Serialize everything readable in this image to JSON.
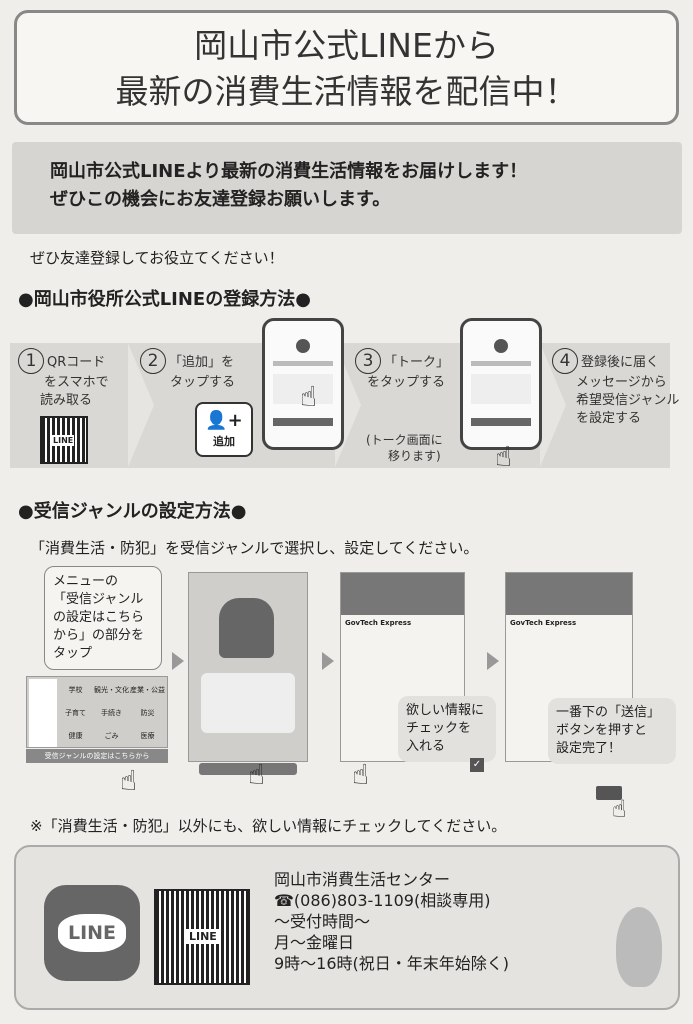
{
  "title": {
    "line1": "岡山市公式LINEから",
    "line2": "最新の消費生活情報を配信中！"
  },
  "intro": {
    "line1": "岡山市公式LINEより最新の消費生活情報をお届けします！",
    "line2": "ぜひこの機会にお友達登録お願いします。"
  },
  "lead": "ぜひ友達登録してお役立てください！",
  "section1": {
    "heading": "●岡山市役所公式LINEの登録方法●",
    "steps": [
      {
        "num": "1",
        "text1": "QRコード",
        "text2": "をスマホで",
        "text3": "読み取る"
      },
      {
        "num": "2",
        "text1": "「追加」を",
        "text2": "タップする",
        "badge": "追加"
      },
      {
        "num": "3",
        "text1": "「トーク」",
        "text2": "をタップする",
        "note1": "(トーク画面に",
        "note2": "移ります)"
      },
      {
        "num": "4",
        "text1": "登録後に届く",
        "text2": "メッセージから",
        "text3": "希望受信ジャンル",
        "text4": "を設定する"
      }
    ],
    "qr_label": "LINE"
  },
  "section2": {
    "heading": "●受信ジャンルの設定方法●",
    "sub": "「消費生活・防犯」を受信ジャンルで選択し、設定してください。",
    "callout1": {
      "l1": "メニューの",
      "l2": "「受信ジャンル",
      "l3": "の設定はこちら",
      "l4": "から」の部分を",
      "l5": "タップ"
    },
    "menu_items": [
      "学校",
      "観光・文化",
      "産業・公益",
      "子育て",
      "手続き",
      "防災",
      "健康",
      "ごみ",
      "医療"
    ],
    "menu_bar": "受信ジャンルの設定はこちらから",
    "app_name": "GovTech Express",
    "callout2": {
      "l1": "欲しい情報に",
      "l2": "チェックを",
      "l3": "入れる"
    },
    "callout3": {
      "l1": "一番下の「送信」",
      "l2": "ボタンを押すと",
      "l3": "設定完了！"
    }
  },
  "note": "※「消費生活・防犯」以外にも、欲しい情報にチェックしてください。",
  "footer": {
    "logo": "LINE",
    "qr_label": "LINE",
    "org": "岡山市消費生活センター",
    "phone": "☎(086)803-1109(相談専用)",
    "hours_label": "〜受付時間〜",
    "days": "月〜金曜日",
    "hours": "9時〜16時(祝日・年末年始除く)"
  }
}
